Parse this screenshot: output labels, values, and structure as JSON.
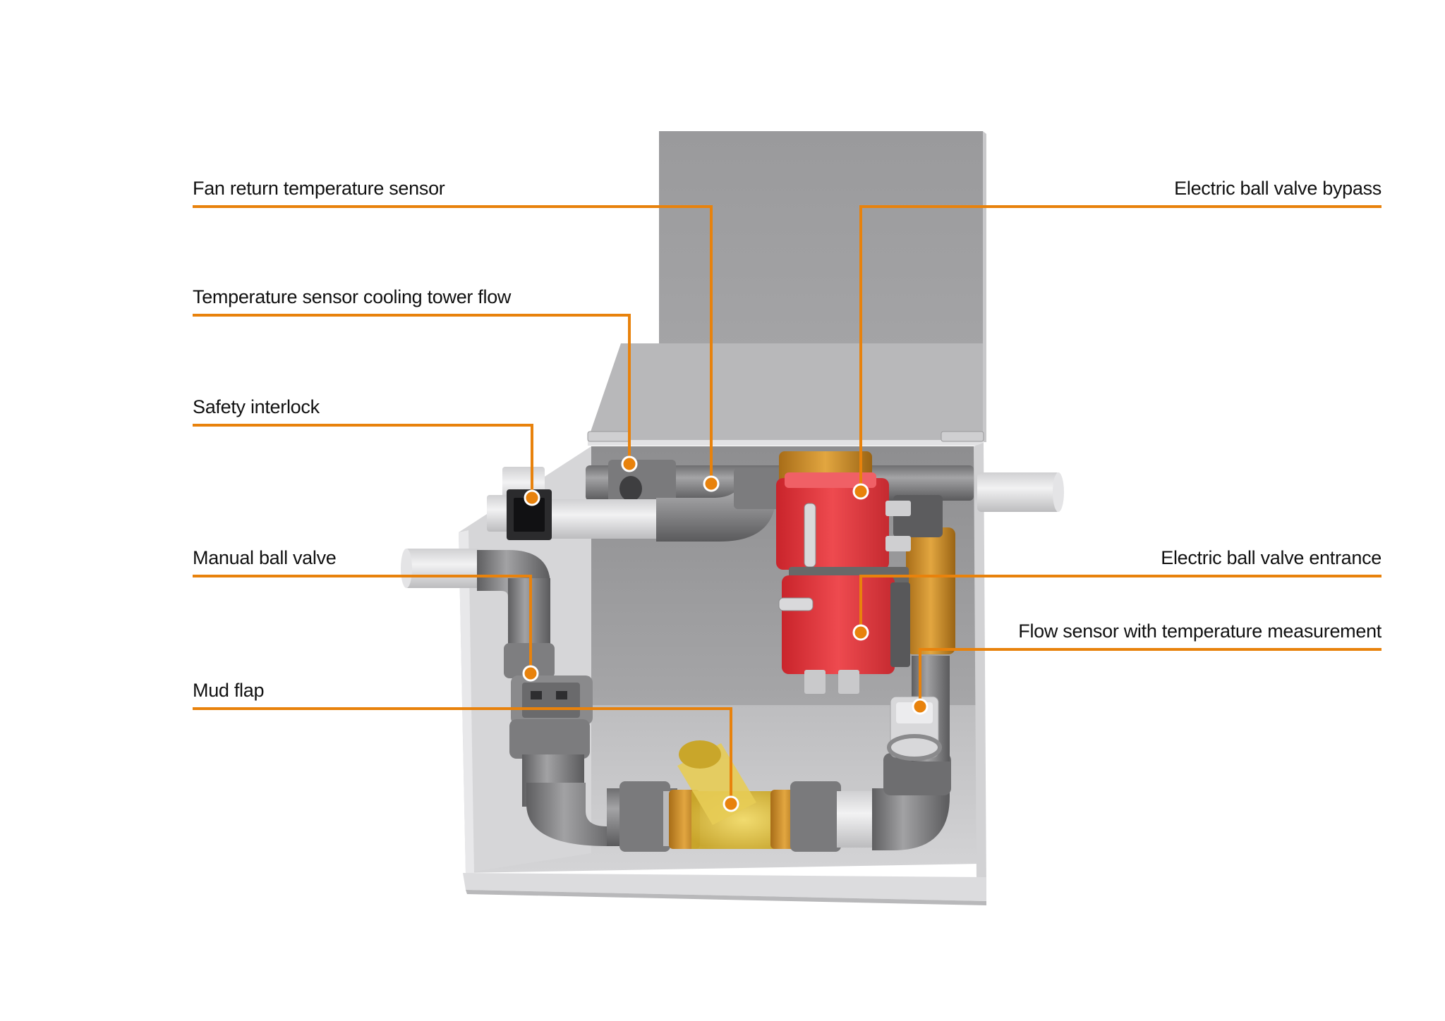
{
  "colors": {
    "accent": "#e8820c",
    "label_text": "#111111",
    "housing": "#d8d8d8",
    "pipe": "#8a8a8c",
    "actuator": "#e2363c",
    "brass": "#d99a2e",
    "strainer": "#e6c840"
  },
  "callouts": {
    "fan_return_temperature_sensor": "Fan return temperature sensor",
    "temperature_sensor_cooling_tower_flow": "Temperature sensor cooling tower flow",
    "safety_interlock": "Safety interlock",
    "manual_ball_valve": "Manual ball valve",
    "mud_flap": "Mud flap",
    "electric_ball_valve_bypass": "Electric ball valve bypass",
    "electric_ball_valve_entrance": "Electric ball valve entrance",
    "flow_sensor_with_temperature_measurement": "Flow sensor with temperature measurement"
  }
}
